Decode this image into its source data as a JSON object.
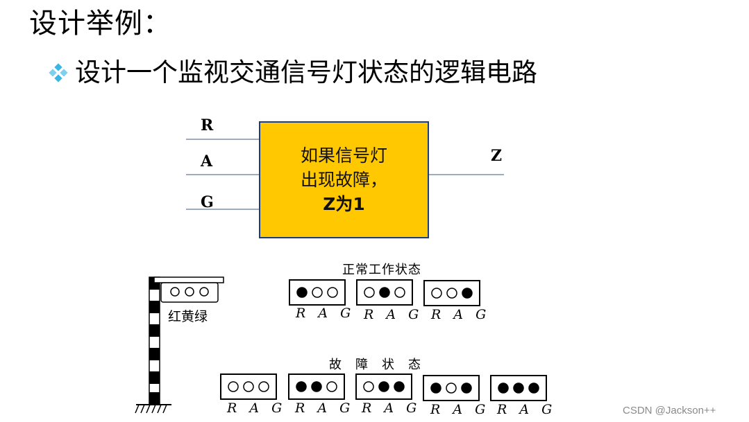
{
  "title": "设计举例：",
  "bullet": {
    "text": "设计一个监视交通信号灯状态的逻辑电路"
  },
  "block": {
    "inputs": [
      "R",
      "A",
      "G"
    ],
    "output": "Z",
    "lines": [
      "如果信号灯",
      "出现故障，",
      "Z为1"
    ]
  },
  "pole": {
    "label": "红黄绿"
  },
  "normal": {
    "title": "正常工作状态",
    "states": [
      {
        "rag": "R A G",
        "lamps": [
          1,
          0,
          0
        ]
      },
      {
        "rag": "R A G",
        "lamps": [
          0,
          1,
          0
        ]
      },
      {
        "rag": "R A G",
        "lamps": [
          0,
          0,
          1
        ]
      }
    ]
  },
  "fault": {
    "title": "故　障　状　态",
    "states": [
      {
        "rag": "R A G",
        "lamps": [
          0,
          0,
          0
        ]
      },
      {
        "rag": "R A G",
        "lamps": [
          1,
          1,
          0
        ]
      },
      {
        "rag": "R A G",
        "lamps": [
          0,
          1,
          1
        ]
      },
      {
        "rag": "R A G",
        "lamps": [
          1,
          0,
          1
        ]
      },
      {
        "rag": "R A G",
        "lamps": [
          1,
          1,
          1
        ]
      }
    ]
  },
  "watermark": "CSDN @Jackson++",
  "colors": {
    "block_fill": "#ffc800",
    "block_border": "#1f3c75",
    "bullet": "#2aa6d6"
  }
}
